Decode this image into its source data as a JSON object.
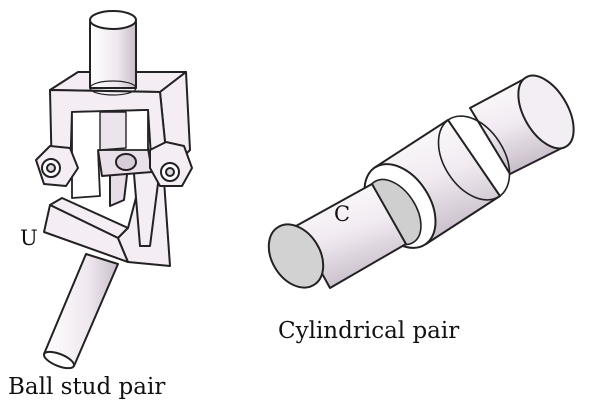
{
  "labels": {
    "u": "U",
    "c": "C"
  },
  "captions": {
    "ball_stud_pair": "Ball stud pair",
    "cylindrical_pair": "Cylindrical pair"
  },
  "colors": {
    "face_light": "#f4eef4",
    "face_mid": "#d9cfdb",
    "face_dark": "#b7abb9",
    "outline": "#222222",
    "end_face": "#cfcfcf"
  }
}
